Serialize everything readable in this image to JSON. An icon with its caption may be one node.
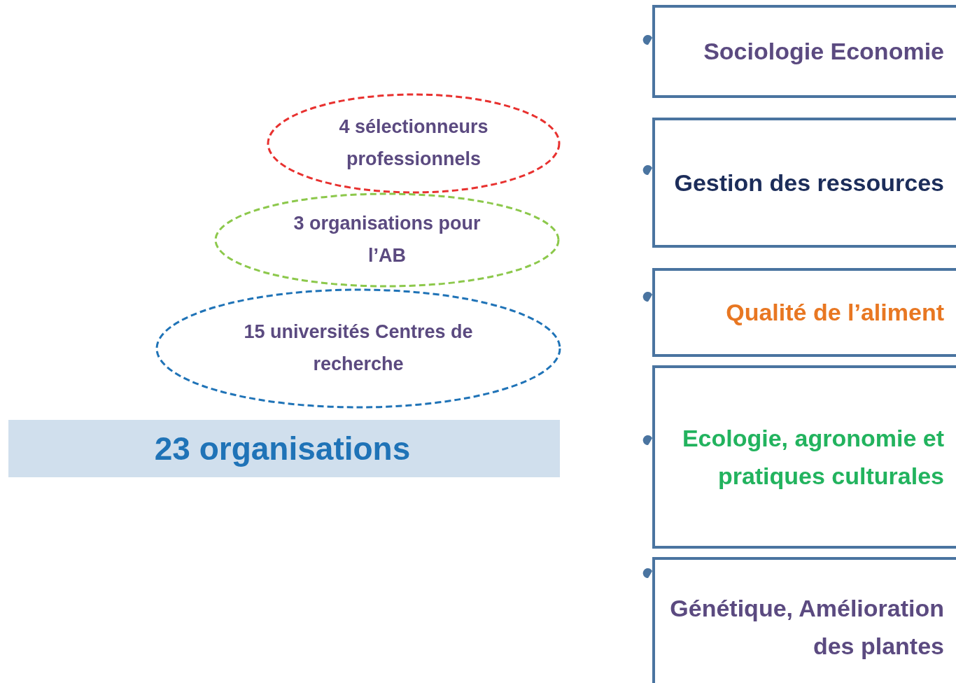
{
  "diagram": {
    "nodes": [
      {
        "text": [
          "4 sélectionneurs professionnels"
        ]
      },
      {
        "text": [
          "3 organisations pour l’AB"
        ]
      },
      {
        "text": [
          "15 universités Centres de recherche"
        ]
      },
      {
        "text": [
          "23 organisations"
        ]
      },
      {
        "text": [
          "Sociologie Economie"
        ]
      },
      {
        "text": [
          "Gestion des ressources"
        ]
      },
      {
        "text": [
          "Qualité de l’aliment"
        ]
      },
      {
        "text": [
          "Ecologie, agronomie et pratiques culturales"
        ]
      },
      {
        "text": [
          "Génétique, Amélioration des plantes"
        ]
      }
    ]
  }
}
